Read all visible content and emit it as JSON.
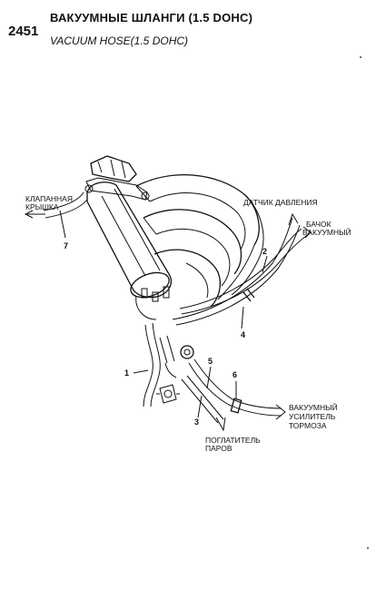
{
  "header": {
    "section_number": "2451",
    "title_ru": "ВАКУУМНЫЕ ШЛАНГИ (1.5 DOHC)",
    "title_en": "VACUUM HOSE(1.5 DOHC)"
  },
  "labels": {
    "valve_cover_line1": "КЛАПАННАЯ",
    "valve_cover_line2": "КРЫШКА",
    "pressure_sensor": "ДАТЧИК ДАВЛЕНИЯ",
    "vacuum_tank_line1": "БАЧОК",
    "vacuum_tank_line2": "ВАКУУМНЫЙ",
    "vapor_absorber_line1": "ПОГЛАТИТЕЛЬ",
    "vapor_absorber_line2": "ПАРОВ",
    "brake_booster_line1": "ВАКУУМНЫЙ",
    "brake_booster_line2": "УСИЛИТЕЛЬ",
    "brake_booster_line3": "ТОРМОЗА"
  },
  "callouts": {
    "c1": "1",
    "c2": "2",
    "c3": "3",
    "c4": "4",
    "c5": "5",
    "c6": "6",
    "c7": "7"
  }
}
